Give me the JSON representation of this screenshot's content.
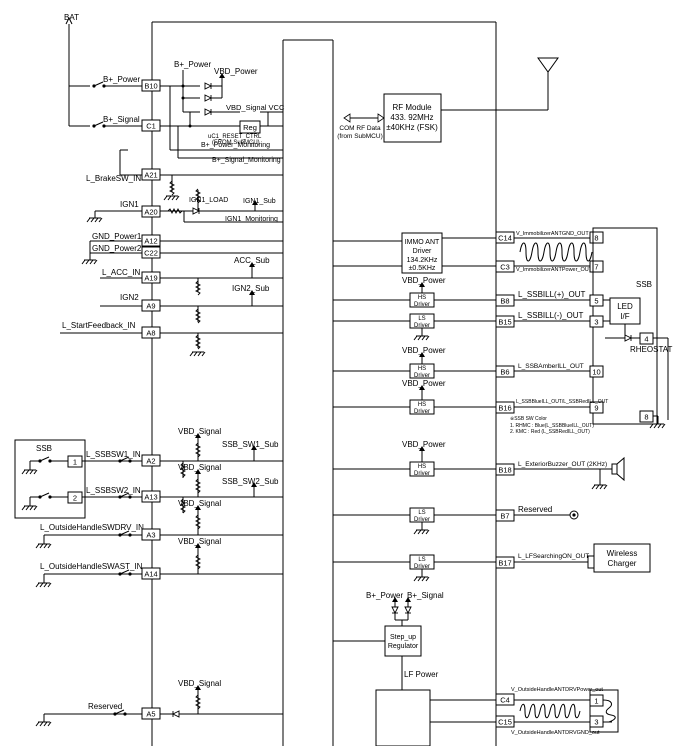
{
  "power": {
    "bat": "BAT",
    "b_power_1": "B+_Power",
    "b_power_2": "B+_Power",
    "b_power_3": "B+_Power",
    "b_signal_1": "B+_Signal",
    "b_signal_2": "B+_Signal",
    "vbd_power_1": "VBD_Power",
    "vbd_signal_vcc": "VBD_Signal VCC",
    "reg": "Reg",
    "uc1_reset": "uC1_RESET_CTRL",
    "from_submcu": "(FROM SubMCU)",
    "b_power_mon": "B+_Power_Monitoring",
    "b_signal_mon": "B+_Signal_Monitoring"
  },
  "pins": {
    "b10": "B10",
    "c1": "C1",
    "a21": "A21",
    "a20": "A20",
    "a12": "A12",
    "c22": "C22",
    "a19": "A19",
    "a9": "A9",
    "a8": "A8",
    "a2": "A2",
    "a13": "A13",
    "a3": "A3",
    "a14": "A14",
    "a5": "A5",
    "c14": "C14",
    "c3": "C3",
    "b8": "B8",
    "b15": "B15",
    "b6": "B6",
    "b16": "B16",
    "b18": "B18",
    "b7": "B7",
    "b17": "B17",
    "c4": "C4",
    "c15": "C15"
  },
  "left": {
    "brake": "L_BrakeSW_IN",
    "ign1": "IGN1",
    "ign1_load": "IGN1_LOAD",
    "ign1_sub": "IGN1_Sub",
    "ign1_mon": "IGN1_Monitoring",
    "gnd1": "GND_Power1",
    "gnd2": "GND_Power2",
    "acc_in": "L_ACC_IN",
    "acc_sub": "ACC_Sub",
    "ign2": "IGN2",
    "ign2_sub": "IGN2_Sub",
    "start_fb": "L_StartFeedback_IN",
    "ssb_box": "SSB",
    "sw1_pin": "1",
    "sw2_pin": "2",
    "ssbsw1": "L_SSBSW1_IN",
    "ssbsw2": "L_SSBSW2_IN",
    "vbd_sig_1": "VBD_Signal",
    "vbd_sig_2": "VBD_Signal",
    "vbd_sig_3": "VBD_Signal",
    "vbd_sig_4": "VBD_Signal",
    "vbd_sig_5": "VBD_Signal",
    "sw1_sub": "SSB_SW1_Sub",
    "sw2_sub": "SSB_SW2_Sub",
    "handle_drv": "L_OutsideHandleSWDRV_IN",
    "handle_ast": "L_OutsideHandleSWAST_IN",
    "reserved": "Reserved"
  },
  "rf": {
    "module_1": "RF Module",
    "module_2": "433. 92MHz",
    "module_3": "±40KHz (FSK)",
    "com_1": "COM RF Data",
    "com_2": "(from SubMCU)"
  },
  "right": {
    "immo_1": "IMMO ANT",
    "immo_2": "Driver",
    "immo_3": "134.2KHz",
    "immo_4": "±0.5KHz",
    "immo_gnd": "V_ImmobilizerANTGND_OUT",
    "immo_pwr": "V_ImmobilizerANTPower_OUT",
    "pin_8a": "8",
    "pin_7": "7",
    "pin_5": "5",
    "pin_3a": "3",
    "pin_4": "4",
    "pin_10": "10",
    "pin_9": "9",
    "pin_8b": "8",
    "ssb_label": "SSB",
    "led_1": "LED",
    "led_2": "I/F",
    "rheostat": "RHEOSTAT",
    "vbd_power_2": "VBD_Power",
    "vbd_power_3": "VBD_Power",
    "vbd_power_4": "VBD_Power",
    "vbd_power_5": "VBD_Power",
    "hs_1": "HS",
    "driver_1": "Driver",
    "ls_1": "LS",
    "driver_2": "Driver",
    "hs_2": "HS",
    "driver_3": "Driver",
    "hs_3": "HS",
    "driver_4": "Driver",
    "hs_4": "HS",
    "driver_5": "Driver",
    "ls_2": "LS",
    "driver_6": "Driver",
    "ls_3": "LS",
    "driver_7": "Driver",
    "ssbill_p": "L_SSBILL(+)_OUT",
    "ssbill_m": "L_SSBILL(-)_OUT",
    "amber": "L_SSBAmberILL_OUT",
    "blue_red": "L_SSBBlueILL_OUT/L_SSBRedILL_OUT",
    "color_1": "※SSB SW Color",
    "color_2": "1. RHMC : Blue(L_SSBBlueILL_OUT)",
    "color_3": "2. KMC : Red (L_SSBRedILL_OUT)",
    "buzzer": "L_ExteriorBuzzer_OUT (2KHz)",
    "reserved": "Reserved",
    "lf_search": "L_LFSearchingON_OUT",
    "charger_1": "Wireless",
    "charger_2": "Charger",
    "step_1": "Step_up",
    "step_2": "Regulator",
    "lf_power": "LF Power",
    "handle_pwr": "V_OutsideHandleANTDRVPower_out",
    "handle_gnd": "V_OutsideHandleANTDRVGND_out",
    "pin_1": "1",
    "pin_3b": "3"
  }
}
